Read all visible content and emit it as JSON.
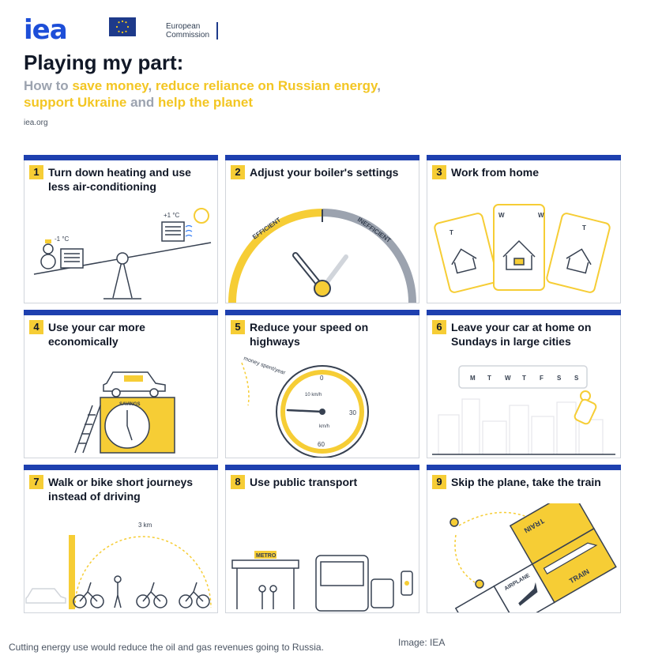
{
  "header": {
    "logo_text": "iea",
    "ec_text_line1": "European",
    "ec_text_line2": "Commission"
  },
  "infographic": {
    "title": "Playing my part:",
    "subtitle": {
      "p1": "How to ",
      "h1": "save money",
      "p2": ", ",
      "h2": "reduce reliance on Russian energy",
      "p3": ", ",
      "h3": "support Ukraine",
      "p4": " and ",
      "h4": "help the planet"
    },
    "site": "iea.org",
    "panels": [
      {
        "num": "1",
        "title": "Turn down heating and use less air-conditioning",
        "labels": {
          "cold": "-1 °C",
          "warm": "+1 °C"
        }
      },
      {
        "num": "2",
        "title": "Adjust your boiler's settings",
        "labels": {
          "left": "EFFICIENT",
          "right": "INEFFICIENT"
        }
      },
      {
        "num": "3",
        "title": "Work from home",
        "labels": {
          "t": "T",
          "w": "W"
        }
      },
      {
        "num": "4",
        "title": "Use your car more economically",
        "labels": {
          "scale": "SAVINGS"
        }
      },
      {
        "num": "5",
        "title": "Reduce your speed on highways",
        "labels": {
          "arc": "money spent/year",
          "unit1": "10 km/h",
          "unit2": "km/h",
          "n0": "0",
          "n30": "30",
          "n60": "60"
        }
      },
      {
        "num": "6",
        "title": "Leave your car at home on Sundays in large cities",
        "labels": {
          "days": [
            "M",
            "T",
            "W",
            "T",
            "F",
            "S",
            "S"
          ]
        }
      },
      {
        "num": "7",
        "title": "Walk or bike short journeys instead of driving",
        "labels": {
          "distance": "3 km"
        }
      },
      {
        "num": "8",
        "title": "Use public transport",
        "labels": {
          "metro": "METRO"
        }
      },
      {
        "num": "9",
        "title": "Skip the plane, take the train",
        "labels": {
          "airplane": "AIRPLANE",
          "train": "TRAIN",
          "train_flipped": "TRAIN"
        }
      }
    ]
  },
  "article": {
    "caption": "Cutting energy use would reduce the oil and gas revenues going to Russia.",
    "credit": "Image: IEA"
  },
  "colors": {
    "blue": "#1e40af",
    "yellow": "#f6cd35",
    "gray": "#9ca3af",
    "ink": "#374151"
  }
}
